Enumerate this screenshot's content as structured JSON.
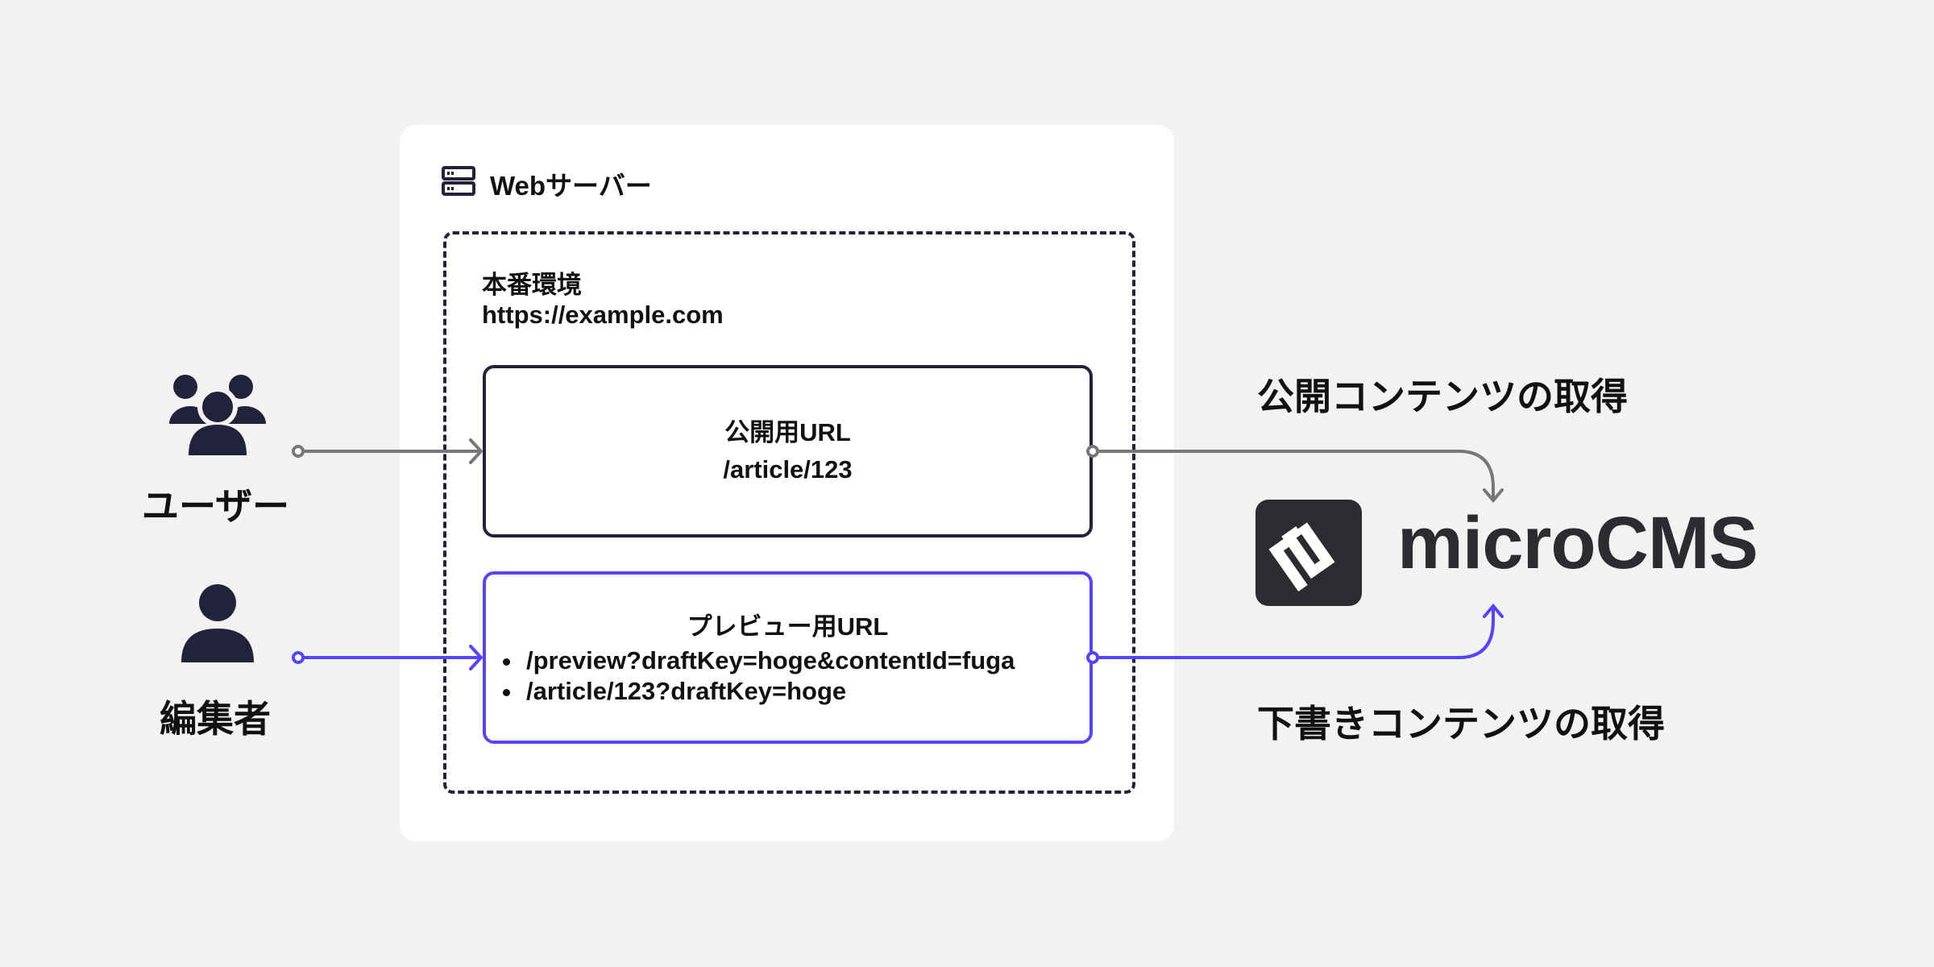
{
  "server": {
    "title": "Webサーバー",
    "icon": "server-icon"
  },
  "environment": {
    "name": "本番環境",
    "url": "https://example.com"
  },
  "public_box": {
    "title": "公開用URL",
    "path": "/article/123"
  },
  "preview_box": {
    "title": "プレビュー用URL",
    "items": [
      "/preview?draftKey=hoge&contentId=fuga",
      "/article/123?draftKey=hoge"
    ]
  },
  "actors": {
    "users": "ユーザー",
    "editor": "編集者"
  },
  "flows": {
    "public_fetch": "公開コンテンツの取得",
    "draft_fetch": "下書きコンテンツの取得"
  },
  "cms": {
    "name": "microCMS"
  },
  "colors": {
    "background": "#f2f2f2",
    "dark": "#22223a",
    "accent": "#5544ff",
    "gray": "#777777"
  }
}
